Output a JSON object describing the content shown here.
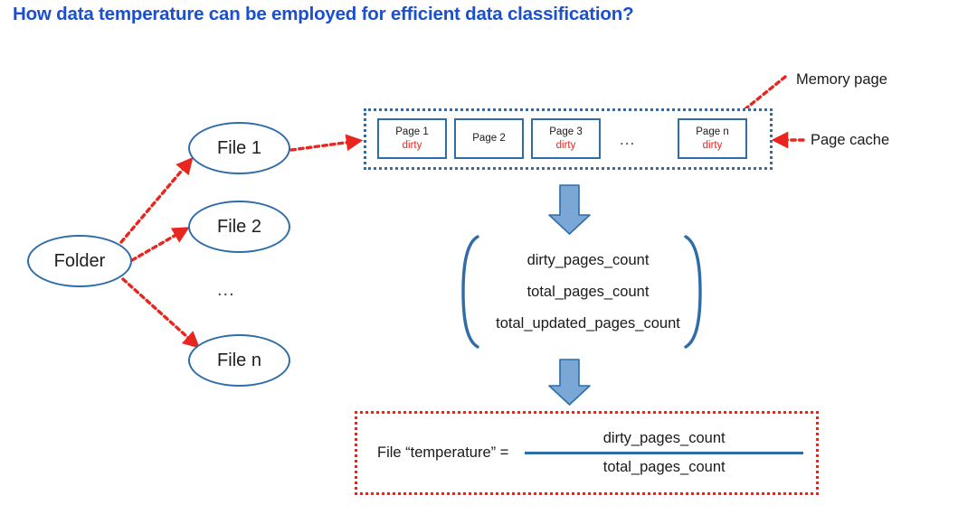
{
  "title": "How data temperature can be employed for efficient data classification?",
  "colors": {
    "title_blue": "#1a4fd0",
    "shape_blue": "#2E6DA8",
    "accent_red": "#e8251e",
    "arrow_fill": "#7BA7D7",
    "arrow_stroke": "#2E6DA8"
  },
  "tree": {
    "root": {
      "label": "Folder"
    },
    "files": [
      {
        "label": "File 1"
      },
      {
        "label": "File 2"
      },
      {
        "label": "File n"
      }
    ],
    "ellipsis": "..."
  },
  "page_cache": {
    "ellipsis": "...",
    "pages": [
      {
        "label": "Page 1",
        "state": "dirty"
      },
      {
        "label": "Page 2",
        "state": ""
      },
      {
        "label": "Page 3",
        "state": "dirty"
      },
      {
        "label": "Page n",
        "state": "dirty"
      }
    ]
  },
  "callouts": {
    "memory_page": "Memory page",
    "page_cache": "Page cache"
  },
  "metrics": [
    "dirty_pages_count",
    "total_pages_count",
    "total_updated_pages_count"
  ],
  "formula": {
    "lhs": "File “temperature”  =",
    "numerator": "dirty_pages_count",
    "denominator": "total_pages_count"
  }
}
